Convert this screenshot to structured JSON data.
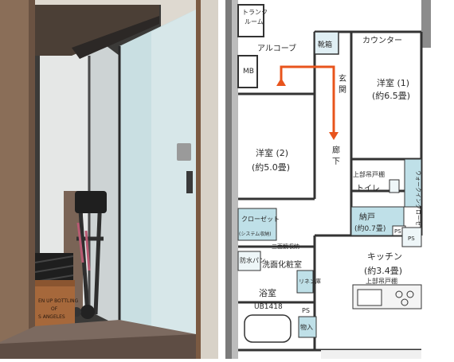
{
  "photo": {
    "crate_text": [
      "EN UP BOTTLING",
      "OF",
      "S ANGELES"
    ]
  },
  "floorplan": {
    "rooms": {
      "trunk_room": "トランクルーム",
      "alcove": "アルコーブ",
      "mb": "MB",
      "shoe_box": "靴箱",
      "counter": "カウンター",
      "entrance": "玄関",
      "western1_name": "洋室 (1)",
      "western1_size": "(約6.5畳)",
      "western2_name": "洋室 (2)",
      "western2_size": "(約5.0畳)",
      "hallway": "廊下",
      "upper_shelf": "上部吊戸棚",
      "toilet": "トイレ",
      "walkin": "ウォークインクローゼット",
      "closet": "クローゼット",
      "closet_note": "(システム収納)",
      "storage_name": "納戸",
      "storage_size": "(約0.7畳)",
      "upper_shelf_short": "上部吊戸棚",
      "ps1": "PS",
      "bath_pan": "防水パン",
      "mirror_storage": "三面鏡収納",
      "washroom": "洗面化粧室",
      "linen": "リネン庫",
      "kitchen_name": "キッチン",
      "kitchen_size": "(約3.4畳)",
      "kitchen_upper": "上部吊戸棚",
      "bathroom": "浴室",
      "bath_unit": "UB1418",
      "ps2": "PS",
      "storage_in": "物入",
      "ps_box": "PS"
    }
  }
}
